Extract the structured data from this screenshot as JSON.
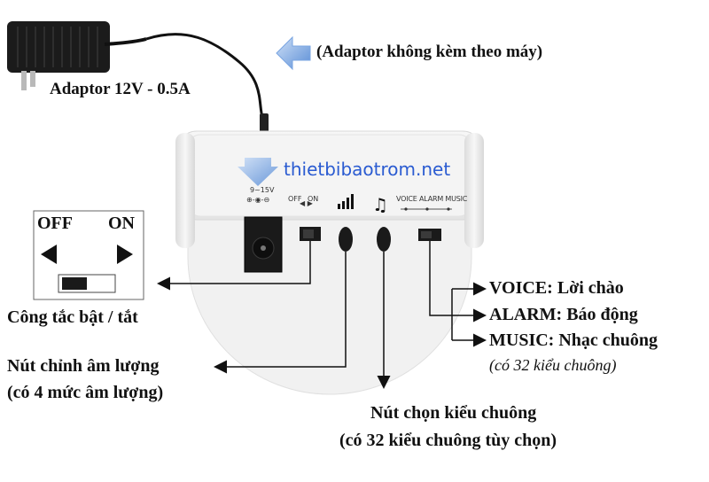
{
  "adaptor": {
    "rating": "Adaptor 12V - 0.5A",
    "note": "(Adaptor không kèm theo máy)"
  },
  "watermark": "thietbibaotrom.net",
  "device_panel": {
    "power_input": "9~15V",
    "switch_off": "OFF",
    "switch_on": "ON",
    "mode_labels": [
      "VOICE",
      "ALARM",
      "MUSIC"
    ]
  },
  "switch_inset": {
    "off": "OFF",
    "on": "ON",
    "caption": "Công tắc bật / tắt"
  },
  "volume_button": {
    "label": "Nút chỉnh âm lượng",
    "sub": "(có 4 mức âm lượng)"
  },
  "tone_button": {
    "label": "Nút chọn kiểu chuông",
    "sub": "(có 32 kiểu chuông tùy chọn)"
  },
  "modes": {
    "voice": "VOICE: Lời chào",
    "alarm": "ALARM: Báo động",
    "music": "MUSIC: Nhạc chuông",
    "music_note": "(có 32 kiểu chuông)"
  },
  "colors": {
    "arrow_blue": "#5b8ed6",
    "watermark": "#2a5bd1",
    "device_body": "#f2f2f2"
  }
}
